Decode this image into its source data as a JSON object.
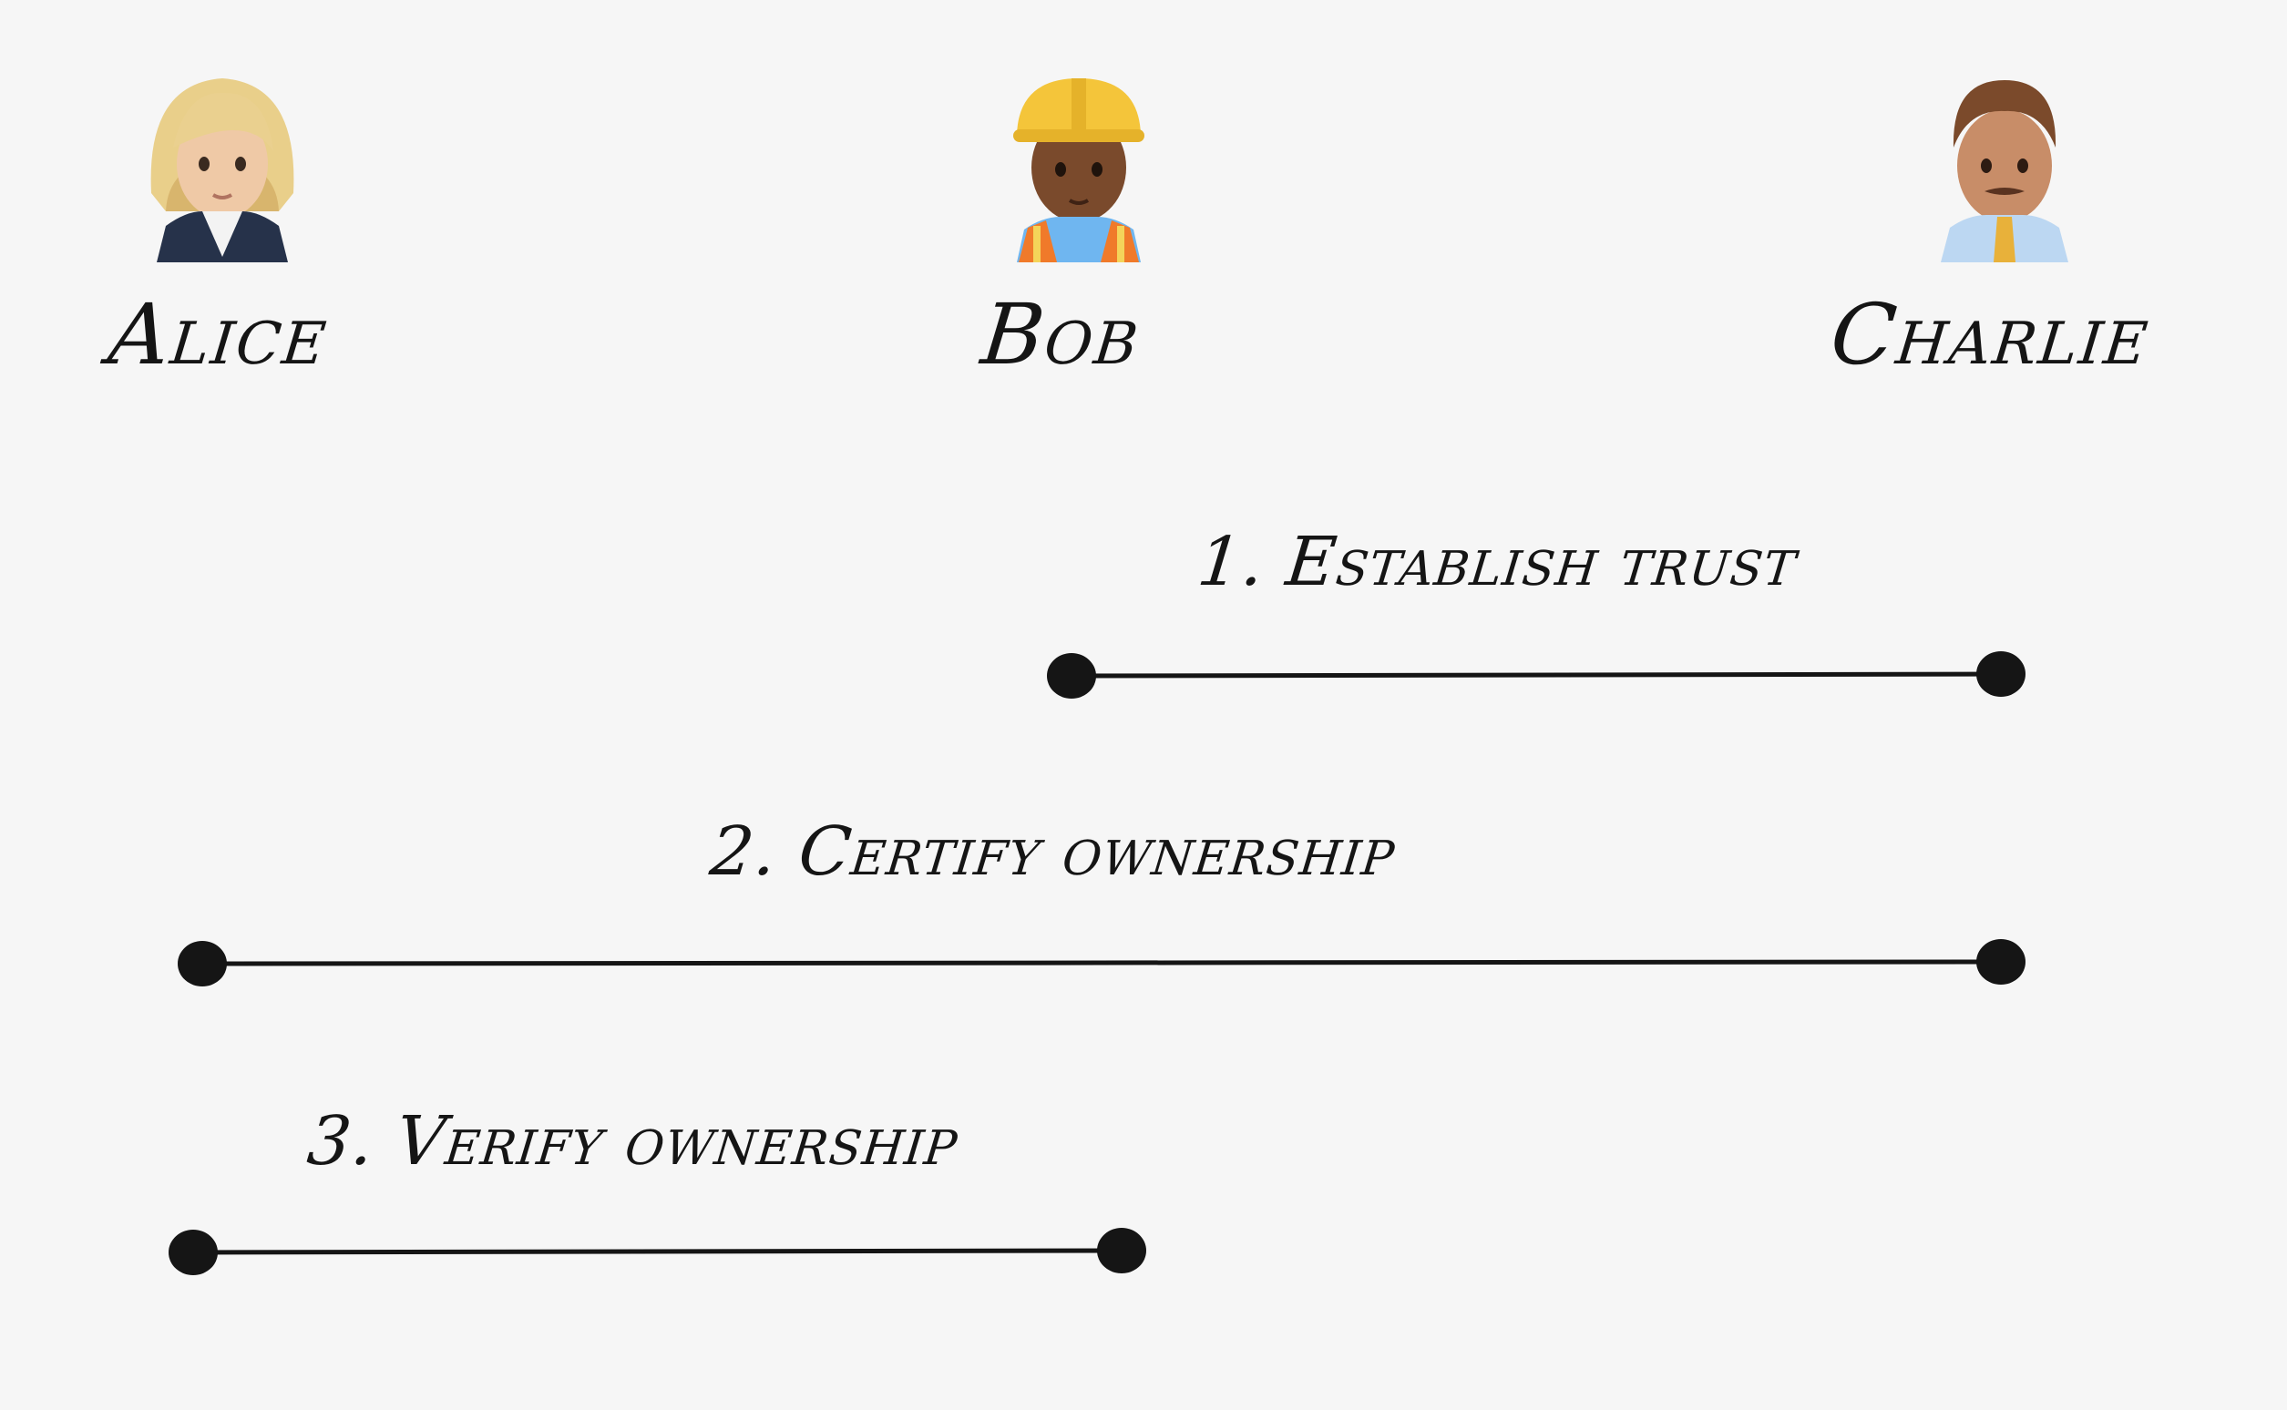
{
  "actors": [
    {
      "id": "alice",
      "name": "Alice",
      "icon": "woman-office-worker-icon"
    },
    {
      "id": "bob",
      "name": "Bob",
      "icon": "construction-worker-icon"
    },
    {
      "id": "charlie",
      "name": "Charlie",
      "icon": "man-office-worker-icon"
    }
  ],
  "steps": [
    {
      "label": "1. Establish trust",
      "from": "bob",
      "to": "charlie"
    },
    {
      "label": "2. Certify ownership",
      "from": "alice",
      "to": "charlie"
    },
    {
      "label": "3. Verify ownership",
      "from": "alice",
      "to": "bob"
    }
  ],
  "colors": {
    "background": "#f6f6f6",
    "ink": "#151515"
  }
}
